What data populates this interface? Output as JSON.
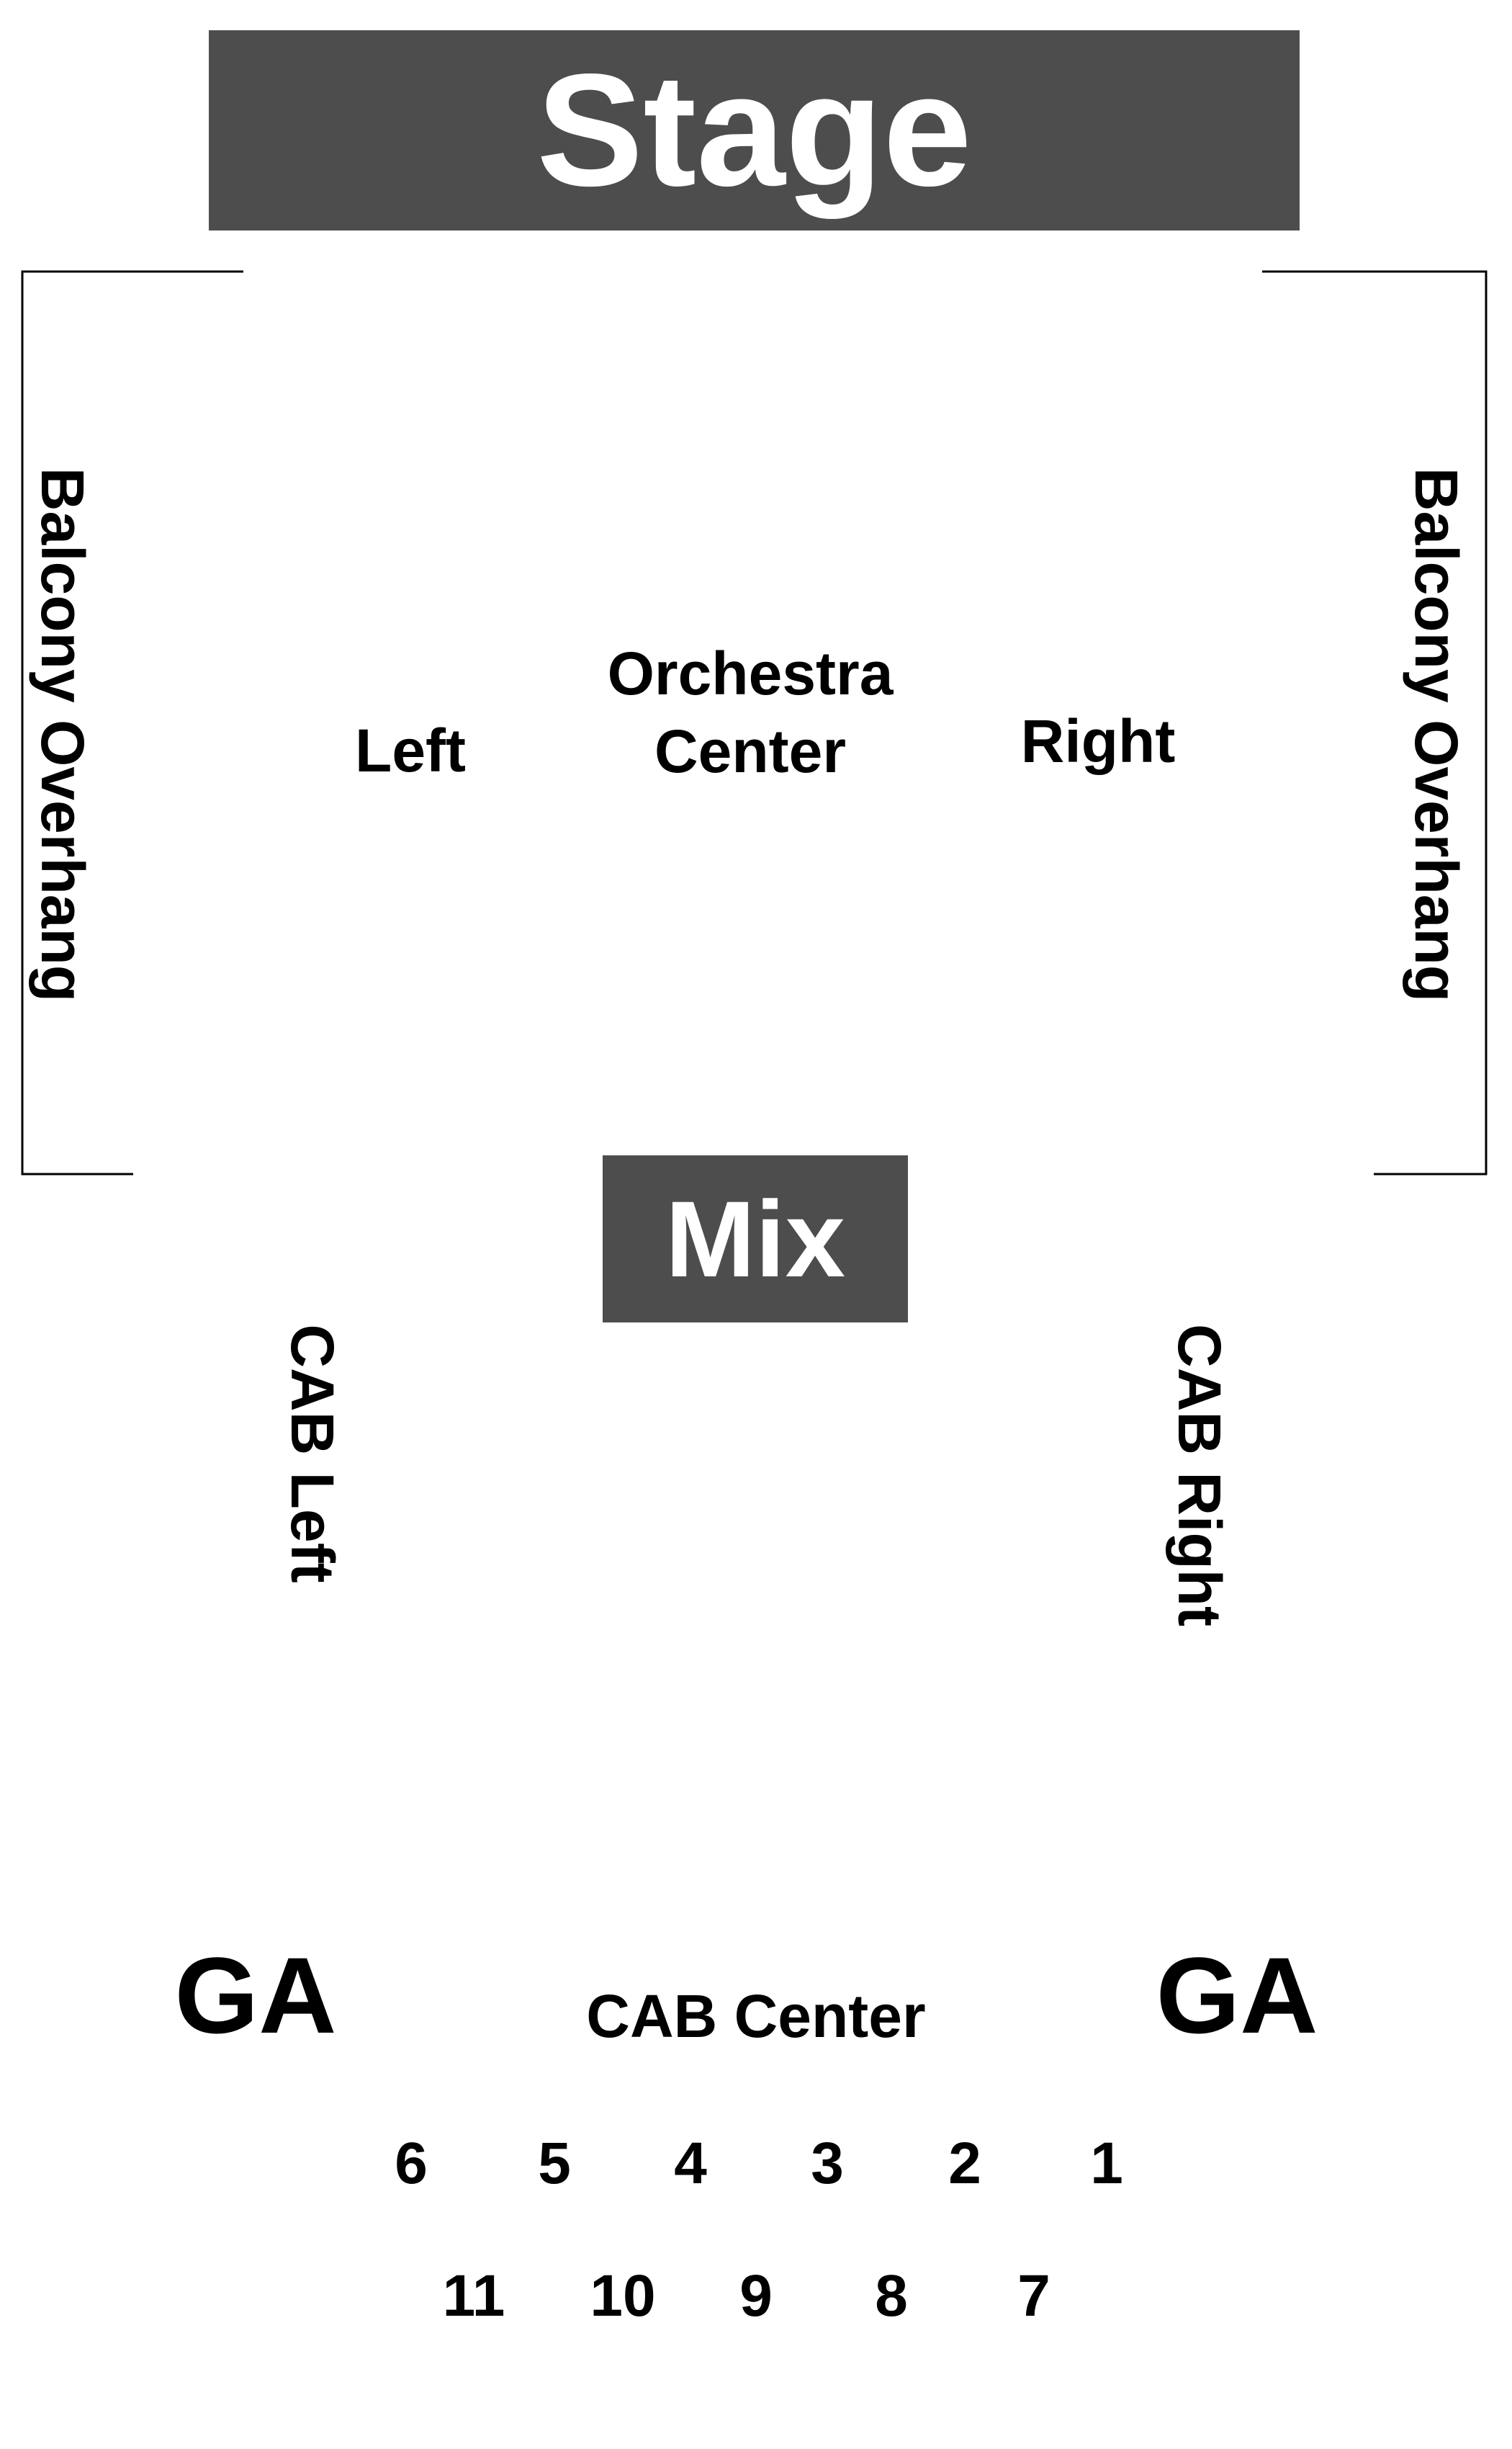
{
  "colors": {
    "box_fill": "#4d4d4d",
    "box_text": "#ffffff",
    "text": "#000000",
    "line": "#000000",
    "background": "#ffffff"
  },
  "stage": {
    "label": "Stage"
  },
  "mix": {
    "label": "Mix"
  },
  "balcony": {
    "left_label": "Balcony Overhang",
    "right_label": "Balcony Overhang"
  },
  "orchestra": {
    "left": "Left",
    "center_line1": "Orchestra",
    "center_line2": "Center",
    "right": "Right"
  },
  "cab": {
    "left": "CAB Left",
    "right": "CAB Right",
    "center": "CAB Center"
  },
  "ga": {
    "left": "GA",
    "right": "GA"
  },
  "rows": {
    "row1": [
      "6",
      "5",
      "4",
      "3",
      "2",
      "1"
    ],
    "row2": [
      "11",
      "10",
      "9",
      "8",
      "7"
    ]
  }
}
